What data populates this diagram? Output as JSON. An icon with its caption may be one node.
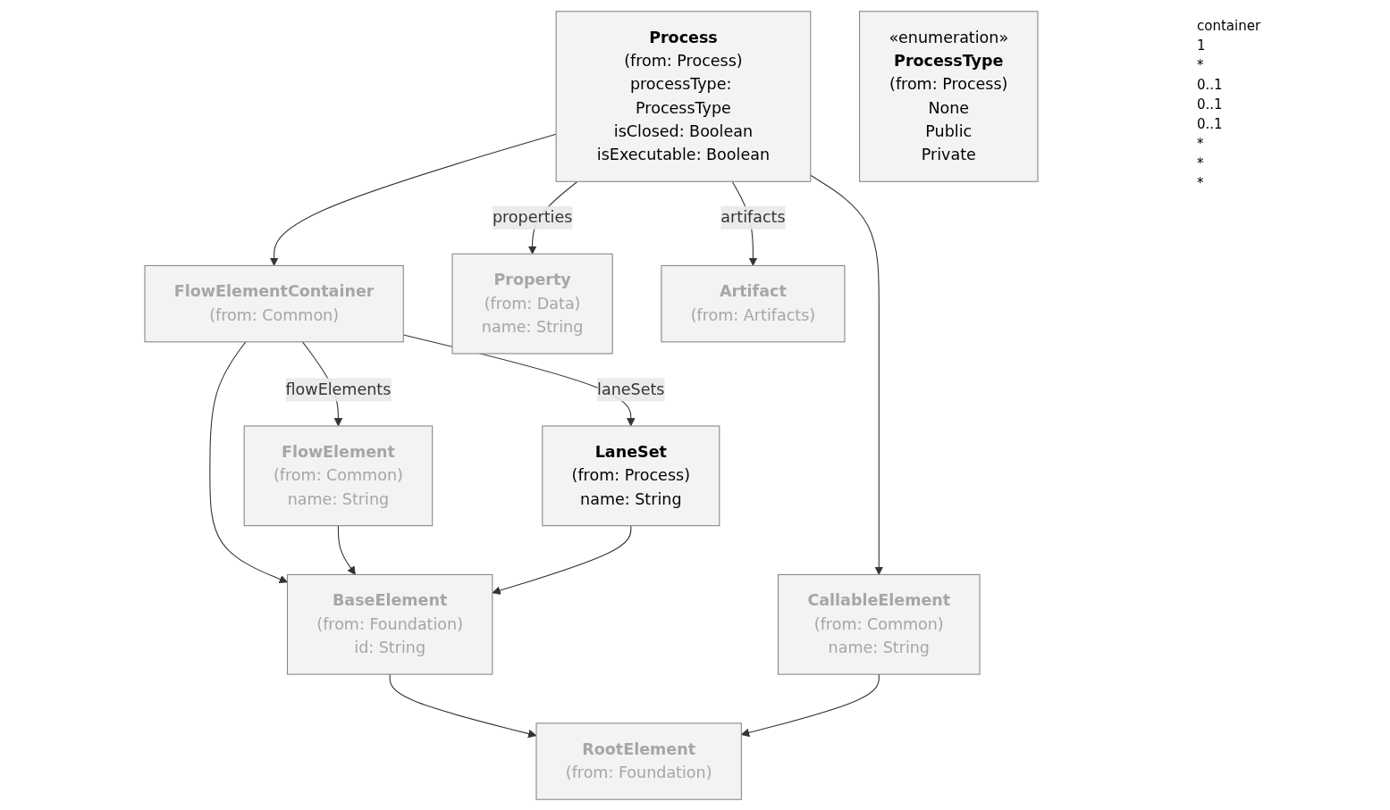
{
  "diagram": {
    "nodes": [
      {
        "text": [
          "BaseElement",
          "(from: Foundation)",
          "id: String"
        ]
      },
      {
        "text": [
          "RootElement",
          "(from: Foundation)"
        ]
      },
      {
        "text": [
          "FlowElementContainer",
          "(from: Common)"
        ]
      },
      {
        "text": [
          "FlowElement",
          "(from: Common)",
          "name: String"
        ]
      },
      {
        "text": [
          "CallableElement",
          "(from: Common)",
          "name: String"
        ]
      },
      {
        "text": [
          "Process",
          "(from: Process)",
          "processType: ProcessType",
          "isClosed: Boolean",
          "isExecutable: Boolean"
        ]
      },
      {
        "text": [
          "«enumeration»",
          "ProcessType",
          "(from: Process)",
          "None",
          "Public",
          "Private"
        ]
      },
      {
        "text": [
          "LaneSet",
          "(from: Process)",
          "name: String"
        ]
      },
      {
        "text": [
          "Property",
          "(from: Data)",
          "name: String"
        ]
      },
      {
        "text": [
          "Artifact",
          "(from: Artifacts)"
        ]
      }
    ],
    "edges": [
      {
        "from": 0,
        "to": 1,
        "arrow": "to"
      },
      {
        "from": 2,
        "to": 0,
        "arrow": "to"
      },
      {
        "from": 3,
        "to": 0,
        "arrow": "to"
      },
      {
        "from": 4,
        "to": 1,
        "arrow": "to"
      },
      {
        "from": 7,
        "to": 0,
        "arrow": "to"
      },
      {
        "from": 2,
        "to": 3,
        "label": "flowElements",
        "arrow": "to"
      },
      {
        "from": 5,
        "to": 2,
        "arrow": "to"
      },
      {
        "from": 5,
        "to": 4,
        "arrow": "to"
      },
      {
        "from": 2,
        "to": 7,
        "label": "laneSets",
        "arrow": "to"
      },
      {
        "from": 5,
        "to": 8,
        "label": "properties",
        "arrow": "to"
      },
      {
        "from": 5,
        "to": 9,
        "label": "artifacts",
        "arrow": "to"
      }
    ],
    "labels": [
      "container",
      "1",
      "*",
      "0..1",
      "0..1",
      "0..1",
      "*",
      "*",
      "*"
    ]
  }
}
